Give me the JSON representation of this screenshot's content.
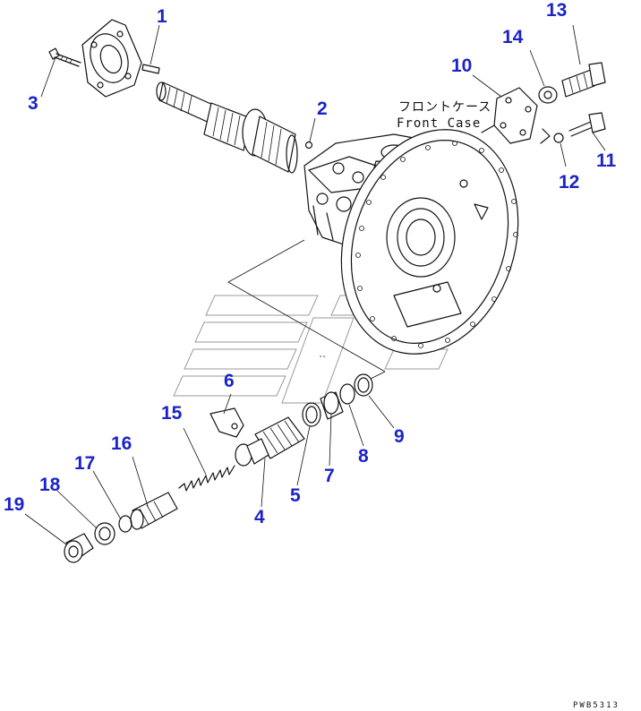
{
  "figure": {
    "case_label_jp": "フロントケース",
    "case_label_en": "Front Case",
    "drawing_code": "PWB5313"
  },
  "callouts": [
    "1",
    "2",
    "3",
    "4",
    "5",
    "6",
    "7",
    "8",
    "9",
    "10",
    "11",
    "12",
    "13",
    "14",
    "15",
    "16",
    "17",
    "18",
    "19"
  ],
  "colors": {
    "callout": "#1c23c8",
    "ink": "#111111",
    "watermark": "#9a9a9a"
  }
}
